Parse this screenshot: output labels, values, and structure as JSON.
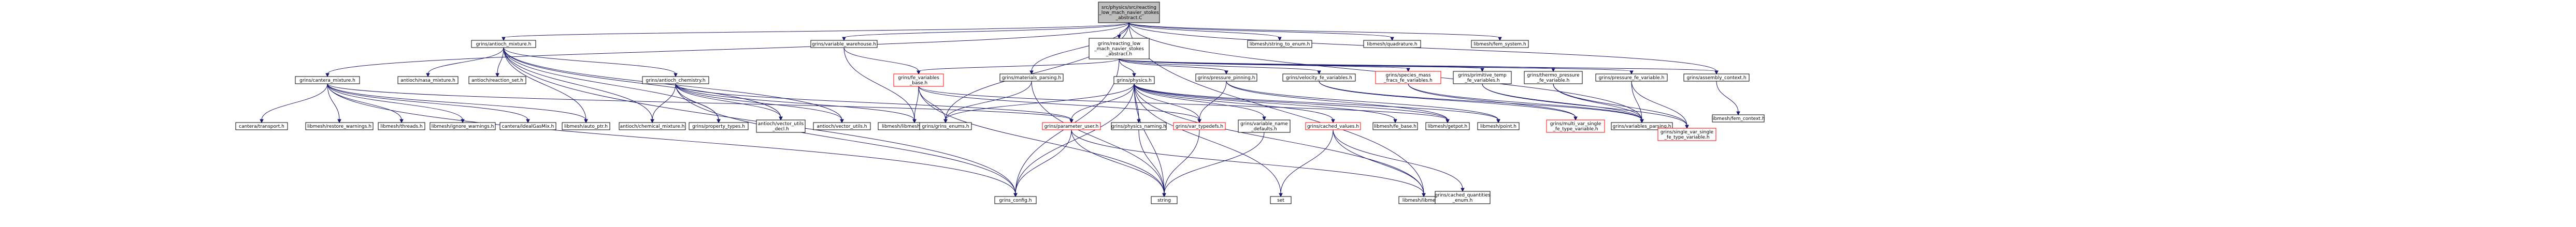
{
  "title": "src/physics/src/reacting_low_mach_navier_stokes_abstract.C",
  "colors": {
    "edge": "#191970",
    "root_fill": "#bfbfbf",
    "node_border": "#000000",
    "missing_border": "#ff0000"
  },
  "nodes": [
    {
      "id": "root",
      "lines": [
        "src/physics/src/reacting",
        "_low_mach_navier_stokes",
        "_abstract.C"
      ],
      "kind": "root"
    },
    {
      "id": "cantera_mixture",
      "lines": [
        "grins/cantera_mixture.h"
      ],
      "kind": "normal"
    },
    {
      "id": "antioch_mixture",
      "lines": [
        "grins/antioch_mixture.h"
      ],
      "kind": "normal"
    },
    {
      "id": "var_wave",
      "lines": [
        "grins/variable_warehouse.h"
      ],
      "kind": "normal"
    },
    {
      "id": "rlmns_abstract",
      "lines": [
        "grins/reacting_low",
        "_mach_navier_stokes",
        "_abstract.h"
      ],
      "kind": "normal"
    },
    {
      "id": "string_to_enum",
      "lines": [
        "libmesh/string_to_enum.h"
      ],
      "kind": "normal"
    },
    {
      "id": "quadrature",
      "lines": [
        "libmesh/quadrature.h"
      ],
      "kind": "normal"
    },
    {
      "id": "fem_system",
      "lines": [
        "libmesh/fem_system.h"
      ],
      "kind": "normal"
    },
    {
      "id": "cantera_transport",
      "lines": [
        "cantera/transport.h"
      ],
      "kind": "normal"
    },
    {
      "id": "restore_warnings",
      "lines": [
        "libmesh/restore_warnings.h"
      ],
      "kind": "normal"
    },
    {
      "id": "threads",
      "lines": [
        "libmesh/threads.h"
      ],
      "kind": "normal"
    },
    {
      "id": "ignore_warnings",
      "lines": [
        "libmesh/ignore_warnings.h"
      ],
      "kind": "normal"
    },
    {
      "id": "ideal_gas_mix",
      "lines": [
        "cantera/IdealGasMix.h"
      ],
      "kind": "normal"
    },
    {
      "id": "auto_ptr",
      "lines": [
        "libmesh/auto_ptr.h"
      ],
      "kind": "normal"
    },
    {
      "id": "antioch_chemistry",
      "lines": [
        "grins/antioch_chemistry.h"
      ],
      "kind": "normal"
    },
    {
      "id": "nasa_mixture",
      "lines": [
        "antioch/nasa_mixture.h"
      ],
      "kind": "normal"
    },
    {
      "id": "reaction_set",
      "lines": [
        "antioch/reaction_set.h"
      ],
      "kind": "normal"
    },
    {
      "id": "chemical_mixture",
      "lines": [
        "antioch/chemical_mixture.h"
      ],
      "kind": "normal"
    },
    {
      "id": "property_types",
      "lines": [
        "grins/property_types.h"
      ],
      "kind": "normal"
    },
    {
      "id": "vector_utils_decl",
      "lines": [
        "antioch/vector_utils",
        "_decl.h"
      ],
      "kind": "normal"
    },
    {
      "id": "vector_utils",
      "lines": [
        "antioch/vector_utils.h"
      ],
      "kind": "normal"
    },
    {
      "id": "libmesh_common",
      "lines": [
        "libmesh/libmesh_common.h"
      ],
      "kind": "normal"
    },
    {
      "id": "fe_variables_base",
      "lines": [
        "grins/fe_variables",
        "_base.h"
      ],
      "kind": "red"
    },
    {
      "id": "grins_enums",
      "lines": [
        "grins/grins_enums.h"
      ],
      "kind": "normal"
    },
    {
      "id": "materials_parsing",
      "lines": [
        "grins/materials_parsing.h"
      ],
      "kind": "normal"
    },
    {
      "id": "physics",
      "lines": [
        "grins/physics.h"
      ],
      "kind": "normal"
    },
    {
      "id": "pressure_pinning",
      "lines": [
        "grins/pressure_pinning.h"
      ],
      "kind": "normal"
    },
    {
      "id": "velocity_fe",
      "lines": [
        "grins/velocity_fe_variables.h"
      ],
      "kind": "normal"
    },
    {
      "id": "species_mass_frac",
      "lines": [
        "grins/species_mass",
        "_fracs_fe_variables.h"
      ],
      "kind": "red"
    },
    {
      "id": "primitive_temp",
      "lines": [
        "grins/primitive_temp",
        "_fe_variables.h"
      ],
      "kind": "normal"
    },
    {
      "id": "thermo_pressure",
      "lines": [
        "grins/thermo_pressure",
        "_fe_variable.h"
      ],
      "kind": "normal"
    },
    {
      "id": "assembly_context",
      "lines": [
        "grins/assembly_context.h"
      ],
      "kind": "normal"
    },
    {
      "id": "parameter_user",
      "lines": [
        "grins/parameter_user.h"
      ],
      "kind": "red"
    },
    {
      "id": "physics_naming",
      "lines": [
        "grins/physics_naming.h"
      ],
      "kind": "normal"
    },
    {
      "id": "var_typedefs",
      "lines": [
        "grins/var_typedefs.h"
      ],
      "kind": "red"
    },
    {
      "id": "variable_name_defaults",
      "lines": [
        "grins/variable_name",
        "_defaults.h"
      ],
      "kind": "normal"
    },
    {
      "id": "cached_values",
      "lines": [
        "grins/cached_values.h"
      ],
      "kind": "red"
    },
    {
      "id": "fe_base",
      "lines": [
        "libmesh/fe_base.h"
      ],
      "kind": "normal"
    },
    {
      "id": "getpot",
      "lines": [
        "libmesh/getpot.h"
      ],
      "kind": "normal"
    },
    {
      "id": "point",
      "lines": [
        "libmesh/point.h"
      ],
      "kind": "normal"
    },
    {
      "id": "pressure_fe_variable",
      "lines": [
        "grins/pressure_fe_variable.h"
      ],
      "kind": "normal"
    },
    {
      "id": "mult_var_single",
      "lines": [
        "grins/multi_var_single",
        "_fe_type_variable.h"
      ],
      "kind": "red"
    },
    {
      "id": "variables_parsing",
      "lines": [
        "grins/variables_parsing.h"
      ],
      "kind": "normal"
    },
    {
      "id": "single_var_single",
      "lines": [
        "grins/single_var_single",
        "_fe_type_variable.h"
      ],
      "kind": "red"
    },
    {
      "id": "fem_context",
      "lines": [
        "libmesh/fem_context.h"
      ],
      "kind": "normal"
    },
    {
      "id": "grins_config",
      "lines": [
        "grins_config.h"
      ],
      "kind": "normal"
    },
    {
      "id": "string",
      "lines": [
        "string"
      ],
      "kind": "normal"
    },
    {
      "id": "set",
      "lines": [
        "set"
      ],
      "kind": "normal"
    },
    {
      "id": "libmesh_h",
      "lines": [
        "libmesh/libmesh.h"
      ],
      "kind": "normal"
    },
    {
      "id": "cached_quantities_enum",
      "lines": [
        "grins/cached_quantities",
        "_enum.h"
      ],
      "kind": "normal"
    }
  ],
  "edges": [
    [
      "root",
      "cantera_mixture"
    ],
    [
      "root",
      "antioch_mixture"
    ],
    [
      "root",
      "var_wave"
    ],
    [
      "root",
      "rlmns_abstract"
    ],
    [
      "root",
      "string_to_enum"
    ],
    [
      "root",
      "quadrature"
    ],
    [
      "root",
      "fem_system"
    ],
    [
      "root",
      "materials_parsing"
    ],
    [
      "root",
      "grins_enums"
    ],
    [
      "root",
      "assembly_context"
    ],
    [
      "root",
      "variables_parsing"
    ],
    [
      "root",
      "libmesh_h"
    ],
    [
      "cantera_mixture",
      "cantera_transport"
    ],
    [
      "cantera_mixture",
      "restore_warnings"
    ],
    [
      "cantera_mixture",
      "threads"
    ],
    [
      "cantera_mixture",
      "ignore_warnings"
    ],
    [
      "cantera_mixture",
      "ideal_gas_mix"
    ],
    [
      "cantera_mixture",
      "auto_ptr"
    ],
    [
      "cantera_mixture",
      "grins_config"
    ],
    [
      "cantera_mixture",
      "parameter_user"
    ],
    [
      "antioch_mixture",
      "antioch_chemistry"
    ],
    [
      "antioch_mixture",
      "nasa_mixture"
    ],
    [
      "antioch_mixture",
      "reaction_set"
    ],
    [
      "antioch_mixture",
      "chemical_mixture"
    ],
    [
      "antioch_mixture",
      "property_types"
    ],
    [
      "antioch_mixture",
      "vector_utils_decl"
    ],
    [
      "antioch_mixture",
      "vector_utils"
    ],
    [
      "antioch_mixture",
      "grins_config"
    ],
    [
      "antioch_mixture",
      "auto_ptr"
    ],
    [
      "antioch_chemistry",
      "chemical_mixture"
    ],
    [
      "antioch_chemistry",
      "property_types"
    ],
    [
      "antioch_chemistry",
      "vector_utils_decl"
    ],
    [
      "antioch_chemistry",
      "vector_utils"
    ],
    [
      "antioch_chemistry",
      "libmesh_common"
    ],
    [
      "antioch_chemistry",
      "grins_config"
    ],
    [
      "antioch_chemistry",
      "parameter_user"
    ],
    [
      "var_wave",
      "fe_variables_base"
    ],
    [
      "var_wave",
      "libmesh_common"
    ],
    [
      "fe_variables_base",
      "grins_enums"
    ],
    [
      "fe_variables_base",
      "var_typedefs"
    ],
    [
      "fe_variables_base",
      "libmesh_common"
    ],
    [
      "fe_variables_base",
      "string"
    ],
    [
      "fe_variables_base",
      "getpot"
    ],
    [
      "rlmns_abstract",
      "physics"
    ],
    [
      "rlmns_abstract",
      "pressure_pinning"
    ],
    [
      "rlmns_abstract",
      "velocity_fe"
    ],
    [
      "rlmns_abstract",
      "species_mass_frac"
    ],
    [
      "rlmns_abstract",
      "primitive_temp"
    ],
    [
      "rlmns_abstract",
      "thermo_pressure"
    ],
    [
      "rlmns_abstract",
      "pressure_fe_variable"
    ],
    [
      "rlmns_abstract",
      "assembly_context"
    ],
    [
      "rlmns_abstract",
      "fe_variables_base"
    ],
    [
      "rlmns_abstract",
      "grins_config"
    ],
    [
      "materials_parsing",
      "grins_enums"
    ],
    [
      "materials_parsing",
      "string"
    ],
    [
      "physics",
      "parameter_user"
    ],
    [
      "physics",
      "physics_naming"
    ],
    [
      "physics",
      "var_typedefs"
    ],
    [
      "physics",
      "variable_name_defaults"
    ],
    [
      "physics",
      "cached_values"
    ],
    [
      "physics",
      "fe_base"
    ],
    [
      "physics",
      "getpot"
    ],
    [
      "physics",
      "point"
    ],
    [
      "physics",
      "grins_enums"
    ],
    [
      "physics",
      "grins_config"
    ],
    [
      "physics",
      "string"
    ],
    [
      "physics",
      "set"
    ],
    [
      "physics",
      "libmesh_h"
    ],
    [
      "pressure_pinning",
      "getpot"
    ],
    [
      "pressure_pinning",
      "point"
    ],
    [
      "pressure_pinning",
      "var_typedefs"
    ],
    [
      "velocity_fe",
      "mult_var_single"
    ],
    [
      "velocity_fe",
      "variables_parsing"
    ],
    [
      "species_mass_frac",
      "mult_var_single"
    ],
    [
      "species_mass_frac",
      "variables_parsing"
    ],
    [
      "primitive_temp",
      "single_var_single"
    ],
    [
      "primitive_temp",
      "variables_parsing"
    ],
    [
      "thermo_pressure",
      "single_var_single"
    ],
    [
      "thermo_pressure",
      "variables_parsing"
    ],
    [
      "pressure_fe_variable",
      "single_var_single"
    ],
    [
      "pressure_fe_variable",
      "variables_parsing"
    ],
    [
      "assembly_context",
      "fem_context"
    ],
    [
      "parameter_user",
      "grins_config"
    ],
    [
      "parameter_user",
      "string"
    ],
    [
      "parameter_user",
      "libmesh_h"
    ],
    [
      "physics_naming",
      "string"
    ],
    [
      "var_typedefs",
      "string"
    ],
    [
      "variable_name_defaults",
      "string"
    ],
    [
      "cached_values",
      "set"
    ],
    [
      "cached_values",
      "libmesh_h"
    ],
    [
      "cached_values",
      "cached_quantities_enum"
    ]
  ]
}
